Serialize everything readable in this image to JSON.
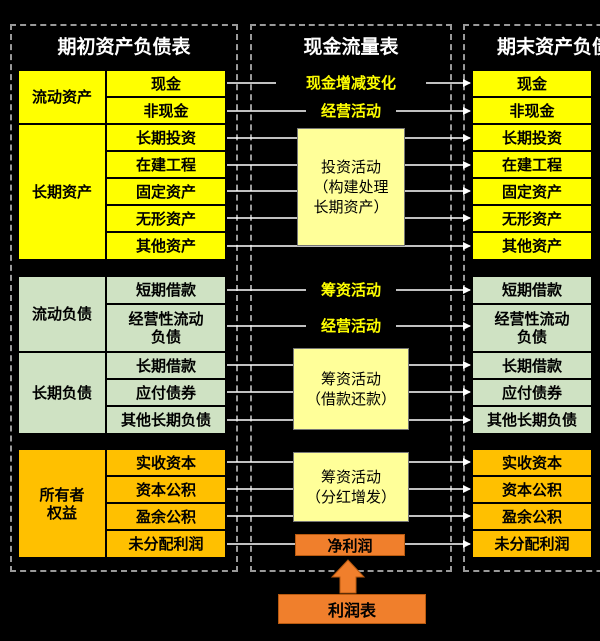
{
  "colors": {
    "current_asset": "#ffff00",
    "liability": "#cfe2c3",
    "equity": "#ffc000",
    "cashflow_box": "#ffff99",
    "highlight": "#f07f2c",
    "flow_text": "#ffff00"
  },
  "opening": {
    "title": "期初资产负债表",
    "groups": [
      {
        "label": "流动资产",
        "items": [
          "现金",
          "非现金"
        ]
      },
      {
        "label": "长期资产",
        "items": [
          "长期投资",
          "在建工程",
          "固定资产",
          "无形资产",
          "其他资产"
        ]
      },
      {
        "label": "流动负债",
        "items": [
          "短期借款",
          "经营性流动\n负债"
        ]
      },
      {
        "label": "长期负债",
        "items": [
          "长期借款",
          "应付债券",
          "其他长期负债"
        ]
      },
      {
        "label": "所有者\n权益",
        "items": [
          "实收资本",
          "资本公积",
          "盈余公积",
          "未分配利润"
        ]
      }
    ]
  },
  "cashflow": {
    "title": "现金流量表",
    "flows": {
      "cash_change": "现金增减变化",
      "operating_1": "经营活动",
      "financing_1": "筹资活动",
      "operating_2": "经营活动"
    },
    "boxes": {
      "investing": "投资活动\n（构建处理\n长期资产）",
      "financing_debt": "筹资活动\n（借款还款）",
      "financing_equity": "筹资活动\n（分红增发）"
    },
    "net_profit": "净利润",
    "income_statement": "利润表"
  },
  "closing": {
    "title": "期末资产负债表",
    "items": [
      "现金",
      "非现金",
      "长期投资",
      "在建工程",
      "固定资产",
      "无形资产",
      "其他资产",
      "短期借款",
      "经营性流动\n负债",
      "长期借款",
      "应付债券",
      "其他长期负债",
      "实收资本",
      "资本公积",
      "盈余公积",
      "未分配利润"
    ]
  }
}
